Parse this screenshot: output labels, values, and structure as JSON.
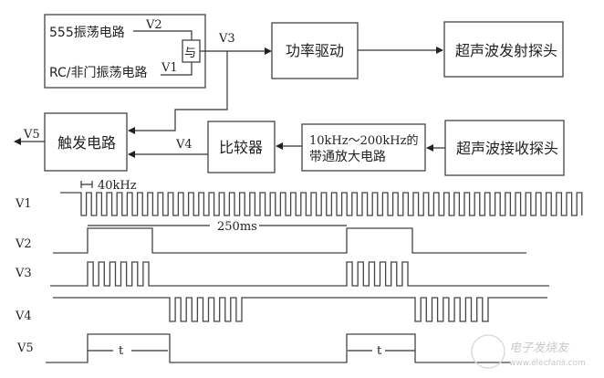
{
  "diagram": {
    "title": "Ultrasonic ranging block diagram and timing waveforms",
    "blocks": {
      "osc555": "555振荡电路",
      "rc_not": "RC/非门振荡电路",
      "and_gate": "与",
      "power_drive": "功率驱动",
      "tx_probe": "超声波发射探头",
      "trigger": "触发电路",
      "comparator": "比较器",
      "bandpass_line1": "10kHz～200kHz的",
      "bandpass_line2": "带通放大电路",
      "rx_probe": "超声波接收探头"
    },
    "signal_labels": {
      "v1": "V1",
      "v2": "V2",
      "v3": "V3",
      "v4": "V4",
      "v5": "V5"
    }
  },
  "timing": {
    "rows": [
      "V1",
      "V2",
      "V3",
      "V4",
      "V5"
    ],
    "freq_label": "40kHz",
    "period_label": "250ms",
    "interval_label": "t",
    "v3_burst_pulses": 6,
    "v4_burst_pulses": 7
  },
  "watermark": {
    "name": "电子发烧友",
    "url": "www.elecfans.com"
  }
}
